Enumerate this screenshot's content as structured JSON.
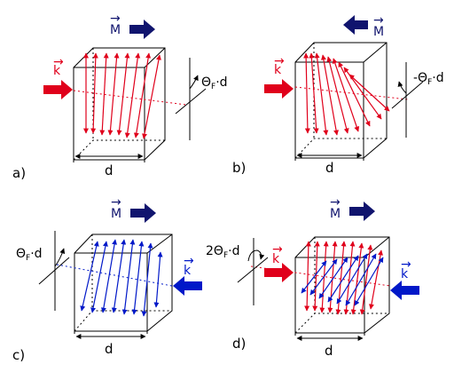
{
  "colors": {
    "red": "#e0001b",
    "blue": "#0018c8",
    "dark_blue": "#10146e",
    "black": "#000000"
  },
  "panels": [
    {
      "id": "a",
      "label": "a)",
      "magnetization_label": "M",
      "magnetization_direction": "right",
      "wave_labels": [
        "k"
      ],
      "wave_direction": "right",
      "wave_colors": [
        "red"
      ],
      "rotation_label": "Θ",
      "rotation_sub": "F",
      "rotation_tail": "·d",
      "length_label": "d"
    },
    {
      "id": "b",
      "label": "b)",
      "magnetization_label": "M",
      "magnetization_direction": "left",
      "wave_labels": [
        "k"
      ],
      "wave_direction": "right",
      "wave_colors": [
        "red"
      ],
      "rotation_label": "-Θ",
      "rotation_sub": "F",
      "rotation_tail": "·d",
      "length_label": "d"
    },
    {
      "id": "c",
      "label": "c)",
      "magnetization_label": "M",
      "magnetization_direction": "right",
      "wave_labels": [
        "k"
      ],
      "wave_direction": "left",
      "wave_colors": [
        "blue"
      ],
      "rotation_label": "Θ",
      "rotation_sub": "F",
      "rotation_tail": "·d",
      "length_label": "d"
    },
    {
      "id": "d",
      "label": "d)",
      "magnetization_label": "M",
      "magnetization_direction": "right",
      "wave_labels": [
        "k",
        "k"
      ],
      "wave_direction": "both",
      "wave_colors": [
        "red",
        "blue"
      ],
      "rotation_label": "2Θ",
      "rotation_sub": "F",
      "rotation_tail": "·d",
      "length_label": "d"
    }
  ]
}
